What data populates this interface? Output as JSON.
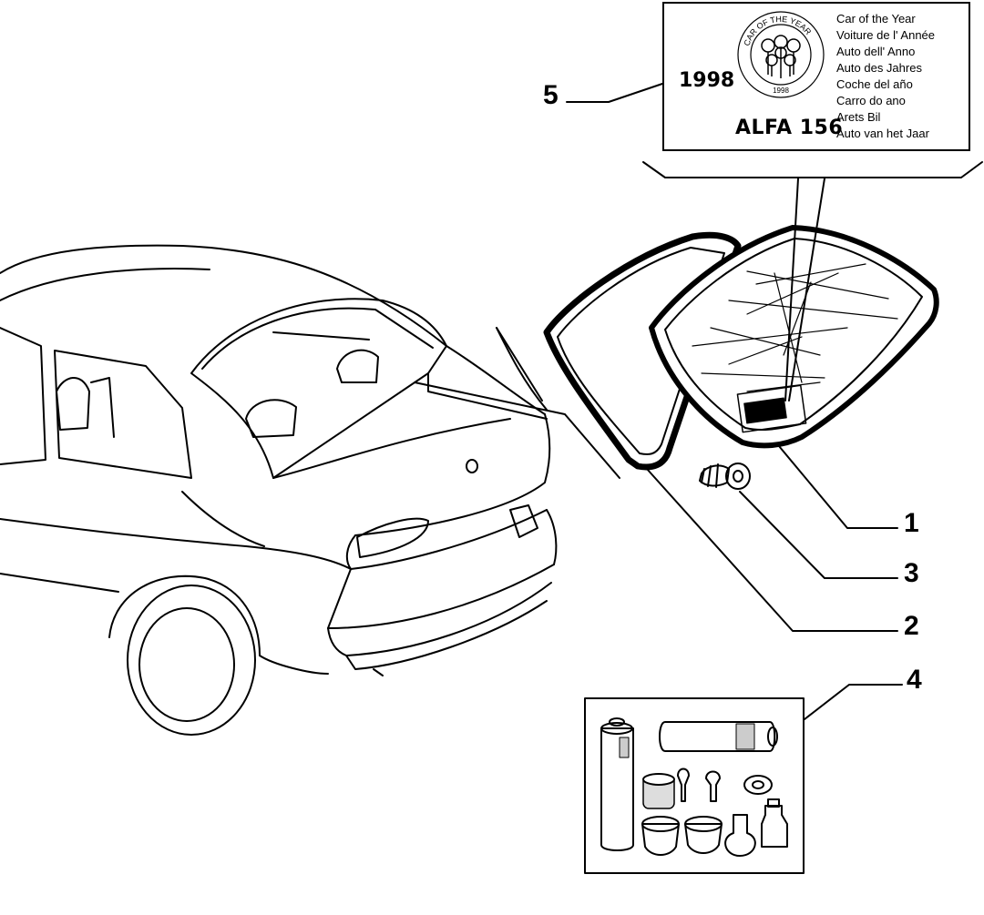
{
  "sticker": {
    "year": "1998",
    "model": "ALFA 156",
    "emblem_ring_text": "CAR OF THE YEAR",
    "emblem_year": "1998",
    "languages": [
      "Car of the Year",
      "Voiture de l' Année",
      "Auto dell' Anno",
      "Auto des Jahres",
      "Coche del año",
      "Carro do ano",
      "Arets Bil",
      "Auto van het Jaar"
    ]
  },
  "callouts": [
    {
      "id": "1",
      "label": "1",
      "part": "rear-windscreen-glass"
    },
    {
      "id": "2",
      "label": "2",
      "part": "windscreen-seal"
    },
    {
      "id": "3",
      "label": "3",
      "part": "fastener-clip"
    },
    {
      "id": "4",
      "label": "4",
      "part": "bonding-kit"
    },
    {
      "id": "5",
      "label": "5",
      "part": "car-of-the-year-sticker"
    }
  ]
}
